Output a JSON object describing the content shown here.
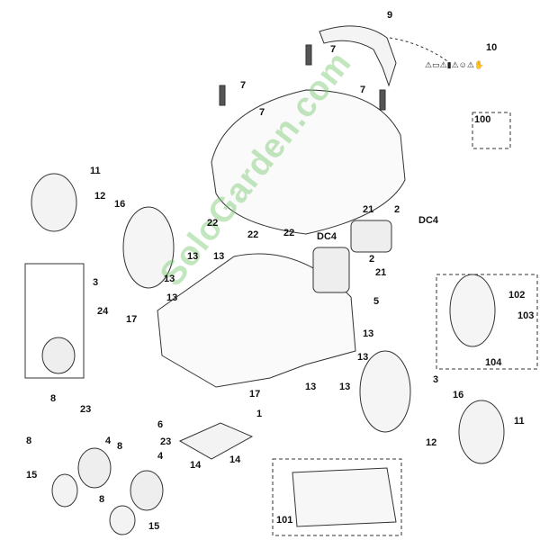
{
  "diagram": {
    "type": "exploded-parts-diagram",
    "watermark": "SoloGarden.com",
    "callouts": [
      {
        "id": "c9",
        "text": "9"
      },
      {
        "id": "c10",
        "text": "10"
      },
      {
        "id": "c7a",
        "text": "7"
      },
      {
        "id": "c7b",
        "text": "7"
      },
      {
        "id": "c7c",
        "text": "7"
      },
      {
        "id": "c7d",
        "text": "7"
      },
      {
        "id": "c100",
        "text": "100"
      },
      {
        "id": "c11a",
        "text": "11"
      },
      {
        "id": "c12a",
        "text": "12"
      },
      {
        "id": "c16a",
        "text": "16"
      },
      {
        "id": "c3a",
        "text": "3"
      },
      {
        "id": "c22a",
        "text": "22"
      },
      {
        "id": "c22b",
        "text": "22"
      },
      {
        "id": "c22c",
        "text": "22"
      },
      {
        "id": "c21a",
        "text": "21"
      },
      {
        "id": "c2a",
        "text": "2"
      },
      {
        "id": "cdc4a",
        "text": "DC4"
      },
      {
        "id": "cdc4b",
        "text": "DC4"
      },
      {
        "id": "c2b",
        "text": "2"
      },
      {
        "id": "c21b",
        "text": "21"
      },
      {
        "id": "c5",
        "text": "5"
      },
      {
        "id": "c13a",
        "text": "13"
      },
      {
        "id": "c13b",
        "text": "13"
      },
      {
        "id": "c13c",
        "text": "13"
      },
      {
        "id": "c13d",
        "text": "13"
      },
      {
        "id": "c24",
        "text": "24"
      },
      {
        "id": "c17a",
        "text": "17"
      },
      {
        "id": "c17b",
        "text": "17"
      },
      {
        "id": "c102",
        "text": "102"
      },
      {
        "id": "c103",
        "text": "103"
      },
      {
        "id": "c104",
        "text": "104"
      },
      {
        "id": "c13e",
        "text": "13"
      },
      {
        "id": "c13f",
        "text": "13"
      },
      {
        "id": "c13g",
        "text": "13"
      },
      {
        "id": "c13h",
        "text": "13"
      },
      {
        "id": "c3b",
        "text": "3"
      },
      {
        "id": "c16b",
        "text": "16"
      },
      {
        "id": "c11b",
        "text": "11"
      },
      {
        "id": "c12b",
        "text": "12"
      },
      {
        "id": "c8a",
        "text": "8"
      },
      {
        "id": "c23a",
        "text": "23"
      },
      {
        "id": "c6",
        "text": "6"
      },
      {
        "id": "c1",
        "text": "1"
      },
      {
        "id": "c8b",
        "text": "8"
      },
      {
        "id": "c4a",
        "text": "4"
      },
      {
        "id": "c8c",
        "text": "8"
      },
      {
        "id": "c23b",
        "text": "23"
      },
      {
        "id": "c4b",
        "text": "4"
      },
      {
        "id": "c14a",
        "text": "14"
      },
      {
        "id": "c14b",
        "text": "14"
      },
      {
        "id": "c15a",
        "text": "15"
      },
      {
        "id": "c8d",
        "text": "8"
      },
      {
        "id": "c15b",
        "text": "15"
      },
      {
        "id": "c101",
        "text": "101"
      }
    ],
    "warning_label_icons": [
      "warning-triangle",
      "book",
      "warning-triangle",
      "blade",
      "warning-triangle",
      "person",
      "warning-triangle",
      "hand"
    ]
  }
}
